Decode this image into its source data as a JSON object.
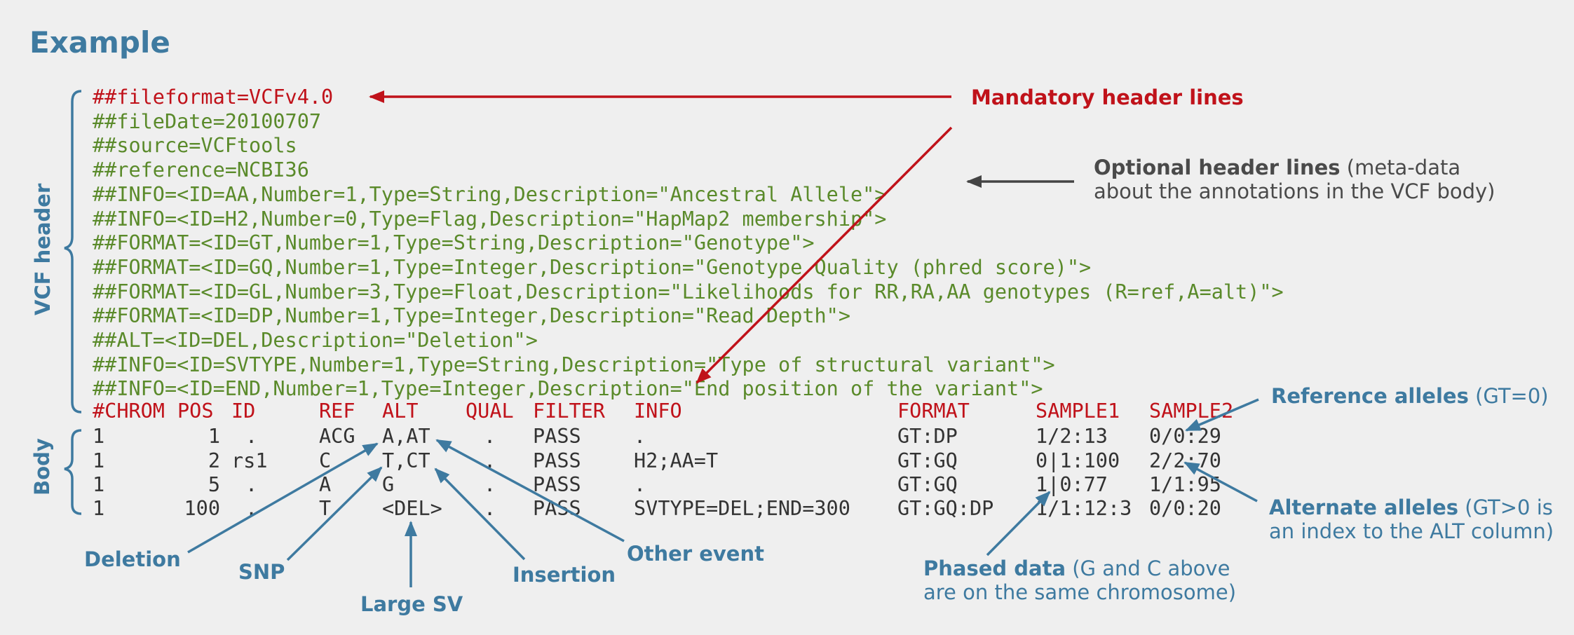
{
  "title": "Example",
  "labels": {
    "vcf_header": "VCF header",
    "body": "Body"
  },
  "header_lines": [
    "##fileformat=VCFv4.0",
    "##fileDate=20100707",
    "##source=VCFtools",
    "##reference=NCBI36",
    "##INFO=<ID=AA,Number=1,Type=String,Description=\"Ancestral Allele\">",
    "##INFO=<ID=H2,Number=0,Type=Flag,Description=\"HapMap2 membership\">",
    "##FORMAT=<ID=GT,Number=1,Type=String,Description=\"Genotype\">",
    "##FORMAT=<ID=GQ,Number=1,Type=Integer,Description=\"Genotype Quality (phred score)\">",
    "##FORMAT=<ID=GL,Number=3,Type=Float,Description=\"Likelihoods for RR,RA,AA genotypes (R=ref,A=alt)\">",
    "##FORMAT=<ID=DP,Number=1,Type=Integer,Description=\"Read Depth\">",
    "##ALT=<ID=DEL,Description=\"Deletion\">",
    "##INFO=<ID=SVTYPE,Number=1,Type=String,Description=\"Type of structural variant\">",
    "##INFO=<ID=END,Number=1,Type=Integer,Description=\"End position of the variant\">"
  ],
  "columns": [
    "#CHROM",
    "POS",
    "ID",
    "REF",
    "ALT",
    "QUAL",
    "FILTER",
    "INFO",
    "FORMAT",
    "SAMPLE1",
    "SAMPLE2"
  ],
  "rows": [
    [
      "1",
      "1",
      ".",
      "ACG",
      "A,AT",
      ".",
      "PASS",
      ".",
      "GT:DP",
      "1/2:13",
      "0/0:29"
    ],
    [
      "1",
      "2",
      "rs1",
      "C",
      "T,CT",
      ".",
      "PASS",
      "H2;AA=T",
      "GT:GQ",
      "0|1:100",
      "2/2:70"
    ],
    [
      "1",
      "5",
      ".",
      "A",
      "G",
      ".",
      "PASS",
      ".",
      "GT:GQ",
      "1|0:77",
      "1/1:95"
    ],
    [
      "1",
      "100",
      ".",
      "T",
      "<DEL>",
      ".",
      "PASS",
      "SVTYPE=DEL;END=300",
      "GT:GQ:DP",
      "1/1:12:3",
      "0/0:20"
    ]
  ],
  "annotations": {
    "mandatory": "Mandatory header lines",
    "optional_bold": "Optional header lines",
    "optional_rest_1": "(meta-data",
    "optional_rest_2": "about the annotations in the VCF body)",
    "reference_bold": "Reference alleles",
    "reference_rest": "(GT=0)",
    "alternate_bold": "Alternate alleles",
    "alternate_rest_1": "(GT>0 is",
    "alternate_rest_2": "an index to the ALT column)",
    "phased_bold": "Phased data",
    "phased_rest_1": "(G and C above",
    "phased_rest_2": "are on the same chromosome)",
    "deletion": "Deletion",
    "snp": "SNP",
    "large_sv": "Large SV",
    "insertion": "Insertion",
    "other_event": "Other event"
  },
  "colors": {
    "accent_blue": "#3e7aa0",
    "header_green": "#5a8a2a",
    "mandatory_red": "#c0121a",
    "body_text": "#333333",
    "background": "#efefef"
  }
}
